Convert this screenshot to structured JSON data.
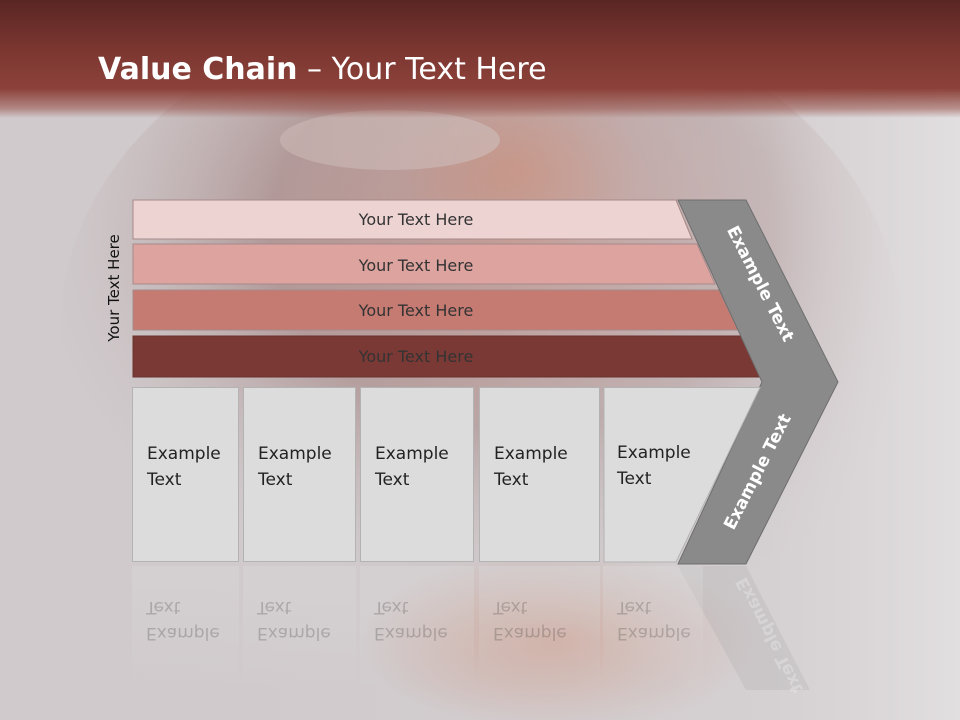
{
  "title": {
    "bold": "Value Chain",
    "rest": " – Your Text Here"
  },
  "side_label": "Your Text Here",
  "bars": [
    {
      "label": "Your Text Here",
      "color": "#eed3d3"
    },
    {
      "label": "Your Text Here",
      "color": "#dca39f"
    },
    {
      "label": "Your Text Here",
      "color": "#c57a72"
    },
    {
      "label": "Your Text Here",
      "color": "#7b3935"
    }
  ],
  "boxes": [
    {
      "label": "Example Text"
    },
    {
      "label": "Example Text"
    },
    {
      "label": "Example Text"
    },
    {
      "label": "Example Text"
    },
    {
      "label": "Example Text"
    }
  ],
  "arrow": {
    "upper_label": "Example Text",
    "lower_label": "Example Text",
    "color": "#8a8a8a"
  }
}
